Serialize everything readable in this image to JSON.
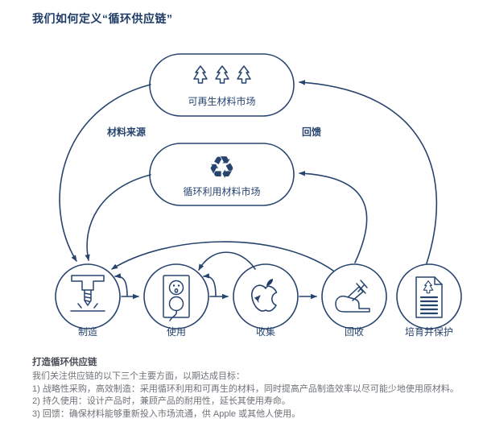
{
  "colors": {
    "ink": "#27446e",
    "title": "#1d3a66",
    "footer_heading": "#474c55",
    "footer_text": "#6e7277"
  },
  "title": "我们如何定义“循环供应链”",
  "diagram": {
    "markets": [
      {
        "label": "可再生材料市场",
        "icon": "trees-icon"
      },
      {
        "label": "循环利用材料市场",
        "icon": "recycle-icon"
      }
    ],
    "flow_labels": {
      "left": "材料来源",
      "right": "回馈"
    },
    "stages": [
      {
        "label": "制造",
        "icon": "drill-press-icon"
      },
      {
        "label": "使用",
        "icon": "power-outlet-icon"
      },
      {
        "label": "收集",
        "icon": "apple-logo-icon"
      },
      {
        "label": "回收",
        "icon": "robot-arm-icon"
      },
      {
        "label": "培育并保护",
        "icon": "certificate-icon"
      }
    ],
    "recycle_glyph": "♻"
  },
  "footer": {
    "heading": "打造循环供应链",
    "intro": "我们关注供应链的以下三个主要方面，以期达成目标：",
    "points": [
      "1) 战略性采购，高效制造：采用循环利用和可再生的材料，同时提高产品制造效率以尽可能少地使用原材料。",
      "2) 持久使用：设计产品时，兼顾产品的耐用性，延长其使用寿命。",
      "3) 回馈：确保材料能够重新投入市场流通，供 Apple 或其他人使用。"
    ]
  }
}
